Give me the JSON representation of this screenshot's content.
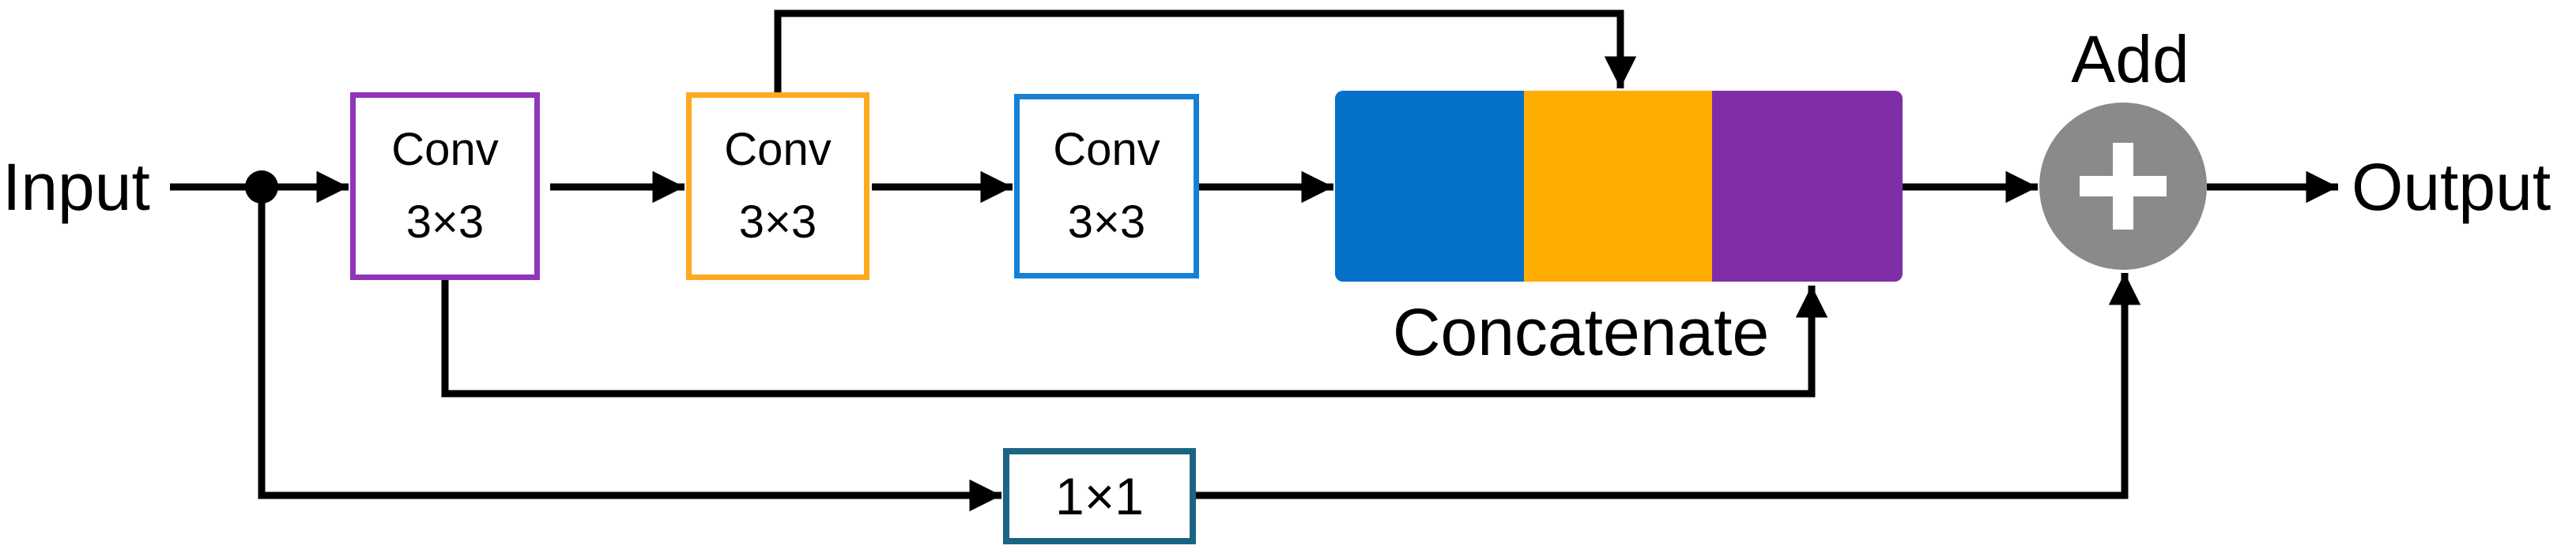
{
  "diagram": {
    "background": "#ffffff",
    "line_color": "#000000",
    "labels": {
      "input": "Input",
      "output": "Output",
      "add": "Add",
      "concatenate": "Concatenate"
    },
    "conv_boxes": [
      {
        "id": "conv1",
        "line1": "Conv",
        "line2": "3×3",
        "border_color": "#8e35bb"
      },
      {
        "id": "conv2",
        "line1": "Conv",
        "line2": "3×3",
        "border_color": "#ffa91e"
      },
      {
        "id": "conv3",
        "line1": "Conv",
        "line2": "3×3",
        "border_color": "#1680d4"
      }
    ],
    "pointwise_box": {
      "label": "1×1",
      "border_color": "#1a6484"
    },
    "concat_block": {
      "segment_colors": [
        "#0571c8",
        "#ffad00",
        "#7f2ea8"
      ]
    },
    "add_node": {
      "symbol": "+",
      "fill_color": "#8a8a8a",
      "symbol_color": "#ffffff"
    }
  }
}
